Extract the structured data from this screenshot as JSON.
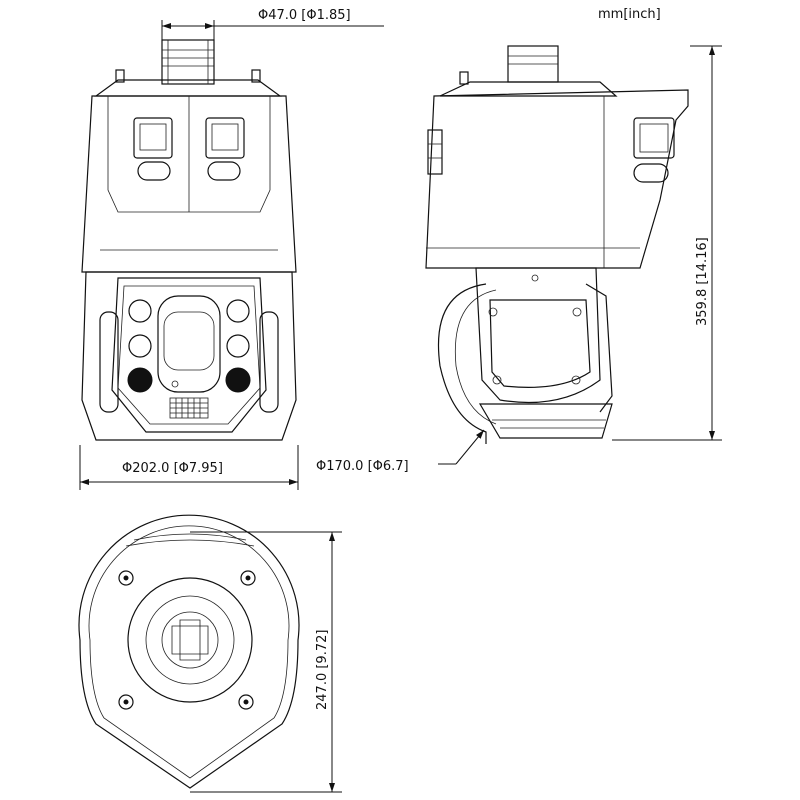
{
  "diagram": {
    "unit_label": "mm[inch]",
    "dimensions": {
      "top_diameter": "Φ47.0 [Φ1.85]",
      "front_width": "Φ202.0 [Φ7.95]",
      "side_height": "359.8 [14.16]",
      "side_diameter": "Φ170.0 [Φ6.7]",
      "bottom_height": "247.0 [9.72]"
    }
  }
}
